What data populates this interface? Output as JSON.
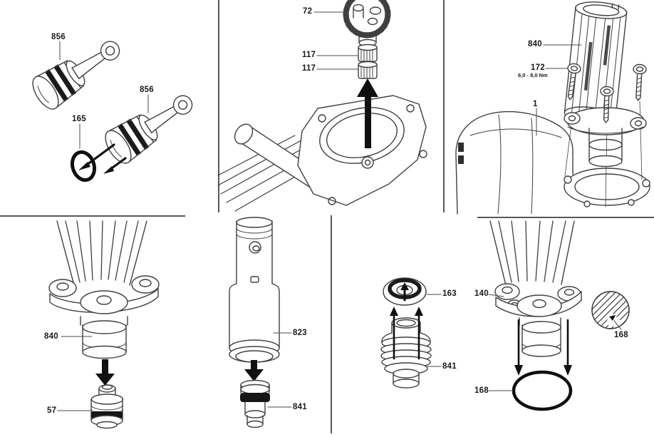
{
  "colors": {
    "background": "#ffffff",
    "line_art": "#3f3f3f",
    "label_text": "#191919",
    "divider": "#575757",
    "arrow": "#101010"
  },
  "parts": {
    "panel_pistons": {
      "piston_upper": "856",
      "piston_lower": "856",
      "oring": "165"
    },
    "panel_gear": {
      "gear": "72",
      "bearing_upper": "117",
      "bearing_lower": "117"
    },
    "panel_cylinder_mount": {
      "cylinder": "840",
      "screws": "172",
      "torque_note": "6,0 - 8,0 Nm",
      "body": "1"
    },
    "panel_nose_retainer": {
      "nose": "840",
      "retainer": "57"
    },
    "panel_striker_tube": {
      "tube": "823",
      "striker": "841"
    },
    "panel_ring_striker": {
      "ring": "163",
      "striker": "841"
    },
    "panel_oring_nose": {
      "flange": "140",
      "oring": "168",
      "oring_detail": "168"
    }
  }
}
